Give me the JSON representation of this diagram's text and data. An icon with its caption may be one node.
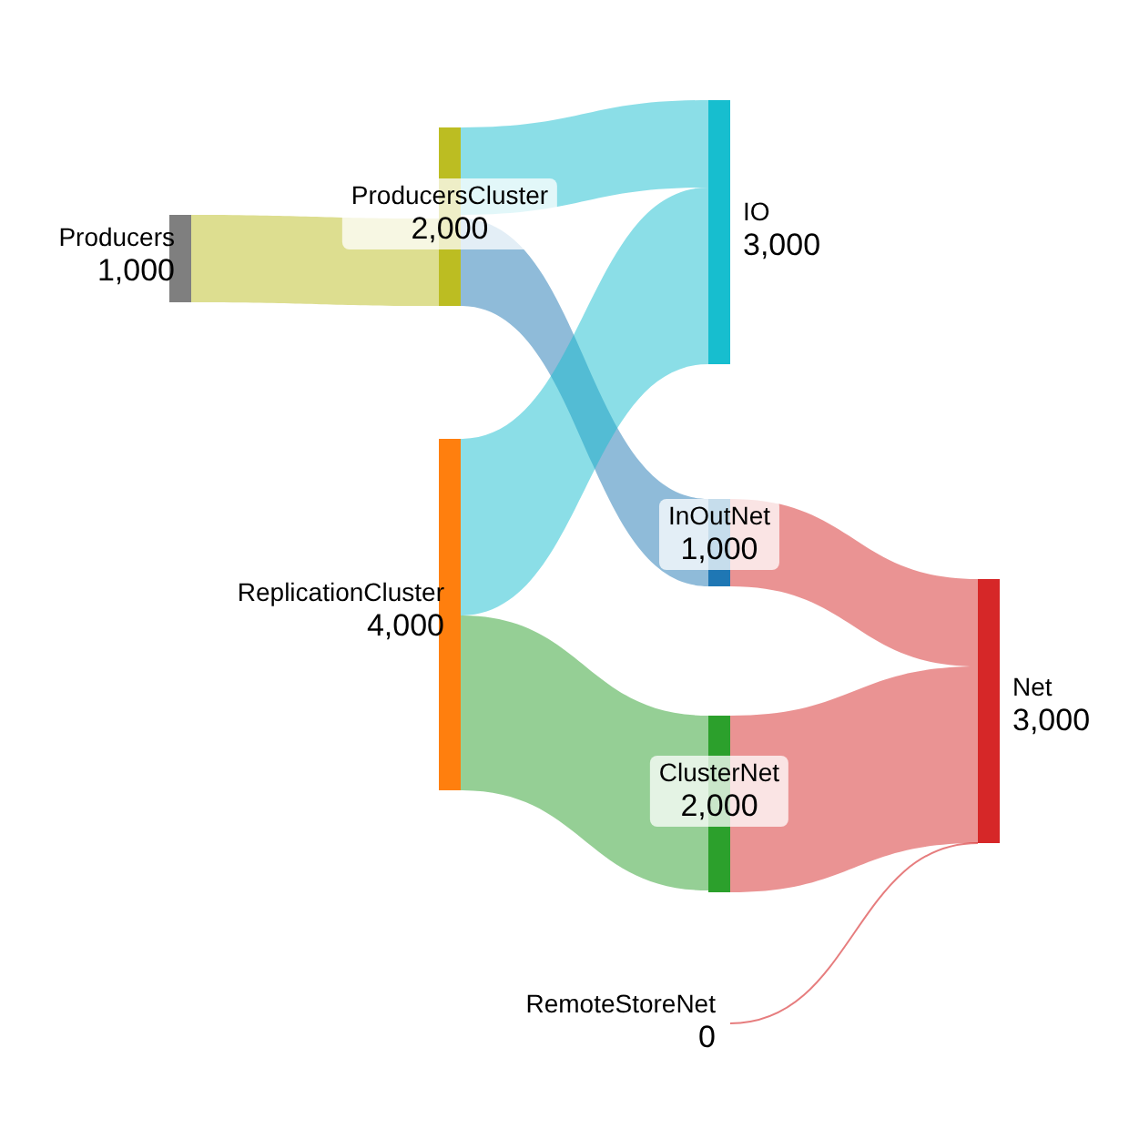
{
  "diagram": {
    "nodes": [
      {
        "text": [
          "Producers",
          "1,000"
        ]
      },
      {
        "text": [
          "ProducersCluster",
          "2,000"
        ]
      },
      {
        "text": [
          "ReplicationCluster",
          "4,000"
        ]
      },
      {
        "text": [
          "IO",
          "3,000"
        ]
      },
      {
        "text": [
          "InOutNet",
          "1,000"
        ]
      },
      {
        "text": [
          "ClusterNet",
          "2,000"
        ]
      },
      {
        "text": [
          "Net",
          "3,000"
        ]
      },
      {
        "text": [
          "RemoteStoreNet",
          "0"
        ]
      }
    ],
    "edges": [
      {
        "from": 0,
        "to": 1,
        "arrow": "none",
        "color": "#bcbd22"
      },
      {
        "from": 1,
        "to": 3,
        "arrow": "none",
        "color": "#17becf"
      },
      {
        "from": 1,
        "to": 4,
        "arrow": "none",
        "color": "#1f77b4"
      },
      {
        "from": 2,
        "to": 3,
        "arrow": "none",
        "color": "#17becf"
      },
      {
        "from": 2,
        "to": 5,
        "arrow": "none",
        "color": "#2ca02c"
      },
      {
        "from": 4,
        "to": 6,
        "arrow": "none",
        "color": "#d62728"
      },
      {
        "from": 5,
        "to": 6,
        "arrow": "none",
        "color": "#d62728"
      },
      {
        "from": 7,
        "to": 6,
        "arrow": "none",
        "color": "#d62728"
      }
    ]
  }
}
